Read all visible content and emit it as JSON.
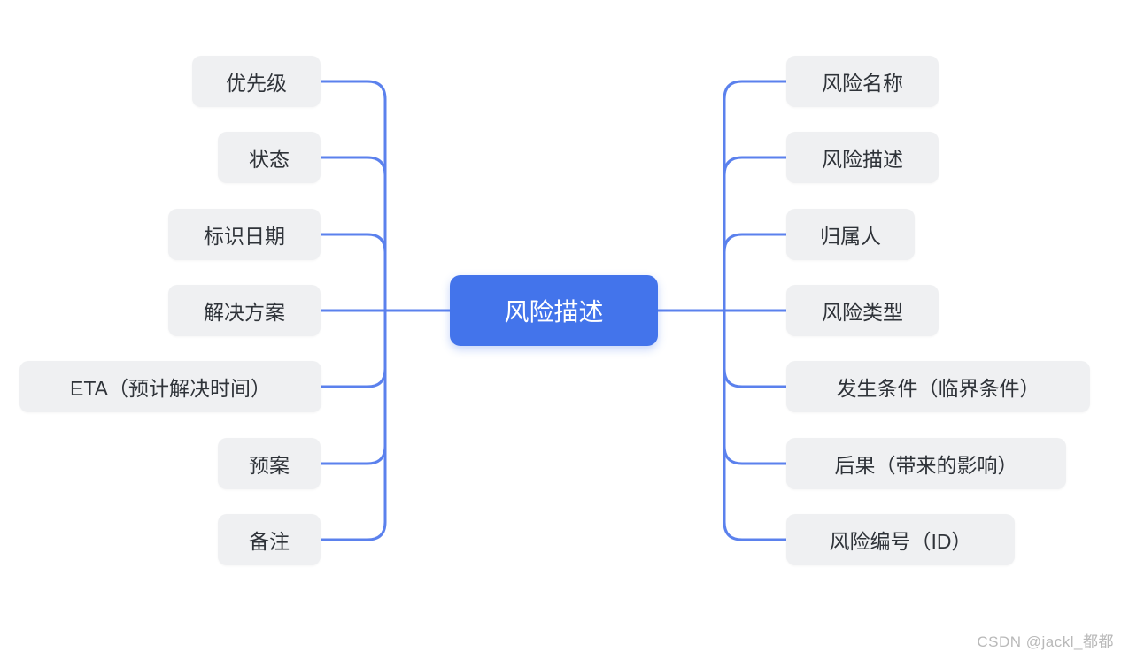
{
  "center_node": {
    "label": "风险描述"
  },
  "left_nodes": [
    {
      "label": "优先级"
    },
    {
      "label": "状态"
    },
    {
      "label": "标识日期"
    },
    {
      "label": "解决方案"
    },
    {
      "label": "ETA（预计解决时间）"
    },
    {
      "label": "预案"
    },
    {
      "label": "备注"
    }
  ],
  "right_nodes": [
    {
      "label": "风险名称"
    },
    {
      "label": "风险描述"
    },
    {
      "label": "归属人"
    },
    {
      "label": "风险类型"
    },
    {
      "label": "发生条件（临界条件）"
    },
    {
      "label": "后果（带来的影响）"
    },
    {
      "label": "风险编号（ID）"
    }
  ],
  "watermark": {
    "text": "CSDN @jackl_都都"
  },
  "colors": {
    "connector": "#5b81ed",
    "node_bg": "#eff0f2",
    "node_text": "#2f3339",
    "center_bg": "#4374eb",
    "center_text": "#ffffff",
    "watermark": "#b9b9b9",
    "canvas_bg": "#ffffff"
  }
}
